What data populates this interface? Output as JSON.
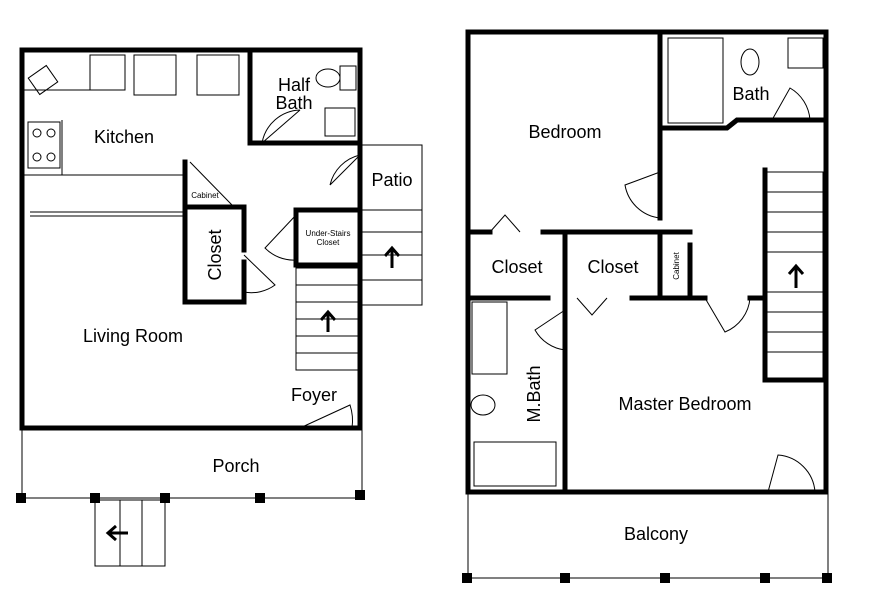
{
  "first_floor": {
    "rooms": {
      "kitchen": "Kitchen",
      "half_bath_line1": "Half",
      "half_bath_line2": "Bath",
      "patio": "Patio",
      "cabinet": "Cabinet",
      "closet": "Closet",
      "under_stairs_line1": "Under-Stairs",
      "under_stairs_line2": "Closet",
      "living_room": "Living Room",
      "foyer": "Foyer",
      "porch": "Porch"
    }
  },
  "second_floor": {
    "rooms": {
      "bedroom": "Bedroom",
      "bath": "Bath",
      "closet_1": "Closet",
      "closet_2": "Closet",
      "cabinet": "Cabinet",
      "master_bath": "M.Bath",
      "master_bedroom": "Master Bedroom",
      "balcony": "Balcony"
    }
  },
  "icons": [
    "stairs-up-arrow",
    "door-swing",
    "toilet",
    "sink",
    "shower",
    "stove"
  ]
}
